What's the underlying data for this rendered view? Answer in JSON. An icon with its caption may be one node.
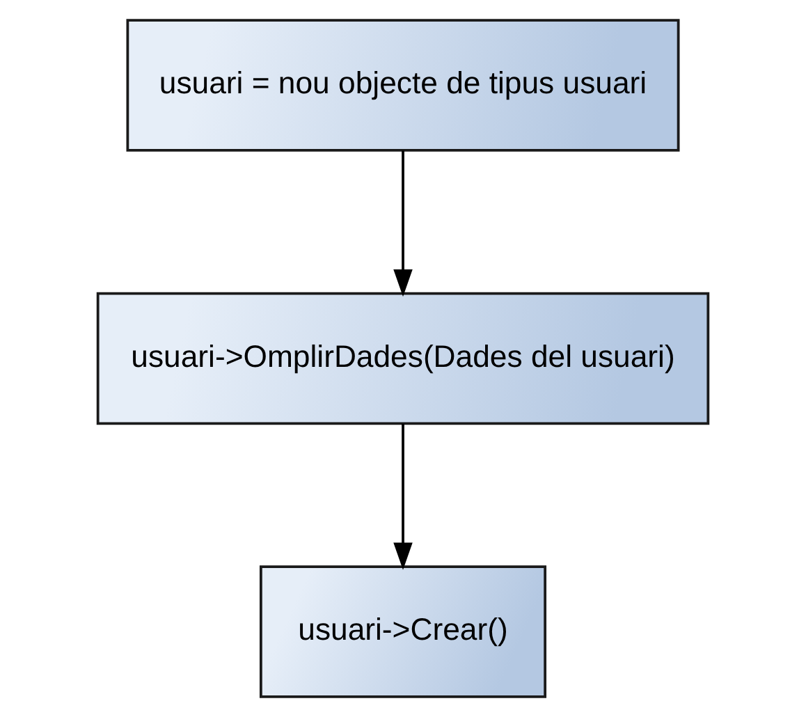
{
  "diagram": {
    "nodes": [
      {
        "text": [
          "usuari = nou objecte de tipus usuari"
        ]
      },
      {
        "text": [
          "usuari->OmplirDades(Dades del usuari)"
        ]
      },
      {
        "text": [
          "usuari->Crear()"
        ]
      }
    ],
    "edges": [
      {
        "from": 0,
        "to": 1,
        "arrow": "to"
      },
      {
        "from": 1,
        "to": 2,
        "arrow": "to"
      }
    ]
  }
}
